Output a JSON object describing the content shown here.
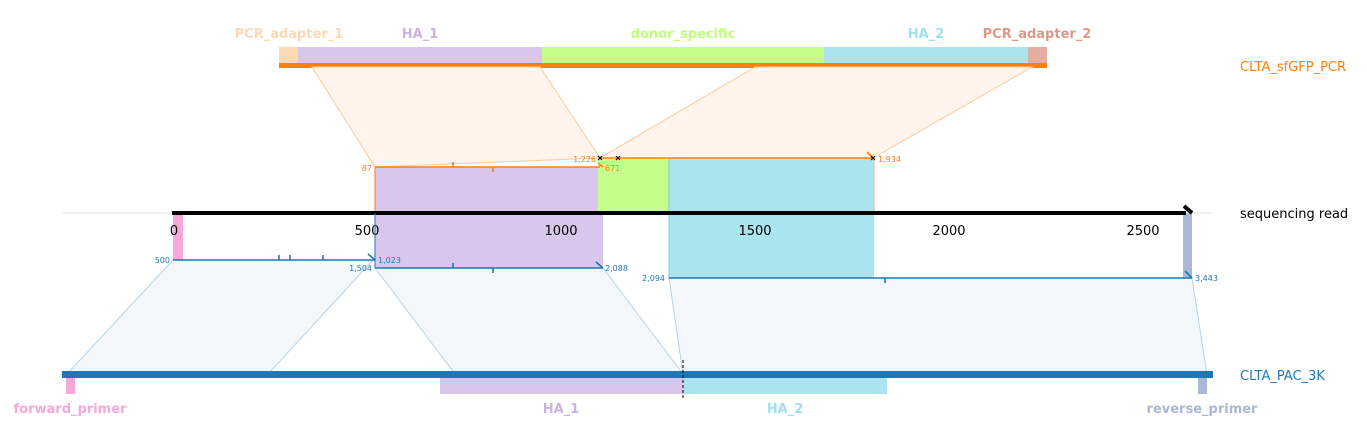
{
  "top_construct": {
    "name": "CLTA_sfGFP_PCR",
    "color": "#ff7f0e",
    "features": [
      {
        "label": "PCR_adapter_1",
        "color": "#fdd9b5"
      },
      {
        "label": "HA_1",
        "color": "#c9b3e3"
      },
      {
        "label": "donor_specific",
        "color": "#bfff80"
      },
      {
        "label": "HA_2",
        "color": "#a0dfec"
      },
      {
        "label": "PCR_adapter_2",
        "color": "#d99a85"
      }
    ]
  },
  "read": {
    "name": "sequencing read",
    "axis_ticks": [
      "0",
      "500",
      "1000",
      "1500",
      "2000",
      "2500"
    ]
  },
  "bottom_construct": {
    "name": "CLTA_PAC_3K",
    "color": "#1f77b4",
    "features": [
      {
        "label": "forward_primer",
        "color": "#f7a8d9"
      },
      {
        "label": "HA_1",
        "color": "#c9b3e3"
      },
      {
        "label": "HA_2",
        "color": "#a0dfec"
      },
      {
        "label": "reverse_primer",
        "color": "#a9b8d6"
      }
    ]
  },
  "alignment_coords": {
    "top": [
      "87",
      "1,226",
      "671",
      "1,934"
    ],
    "bottom": [
      "500",
      "1,023",
      "1,504",
      "2,088",
      "2,094",
      "3,443"
    ]
  }
}
